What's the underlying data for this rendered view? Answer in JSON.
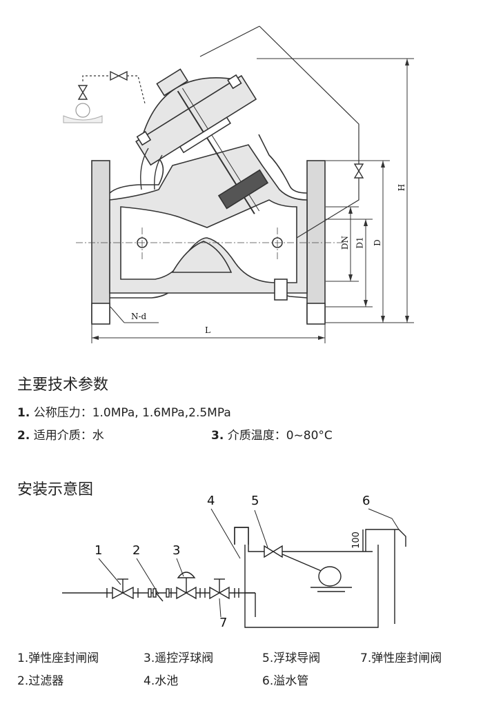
{
  "drawing": {
    "dim_H": "H",
    "dim_L": "L",
    "dim_DN": "DN",
    "dim_D1": "D1",
    "dim_D": "D",
    "dim_Nd": "N-d"
  },
  "specs": {
    "title": "主要技术参数",
    "pressure_num": "1.",
    "pressure_text": "公称压力：1.0MPa, 1.6MPa,2.5MPa",
    "medium_num": "2.",
    "medium_text": "适用介质：水",
    "temp_num": "3.",
    "temp_text": "介质温度：0~80°C"
  },
  "install": {
    "title": "安装示意图",
    "callouts": [
      "1",
      "2",
      "3",
      "4",
      "5",
      "6",
      "7"
    ],
    "height_label": "100",
    "legend": [
      "1.弹性座封闸阀",
      "3.遥控浮球阀",
      "5.浮球导阀",
      "7.弹性座封闸阀",
      "2.过滤器",
      "4.水池",
      "6.溢水管"
    ]
  }
}
